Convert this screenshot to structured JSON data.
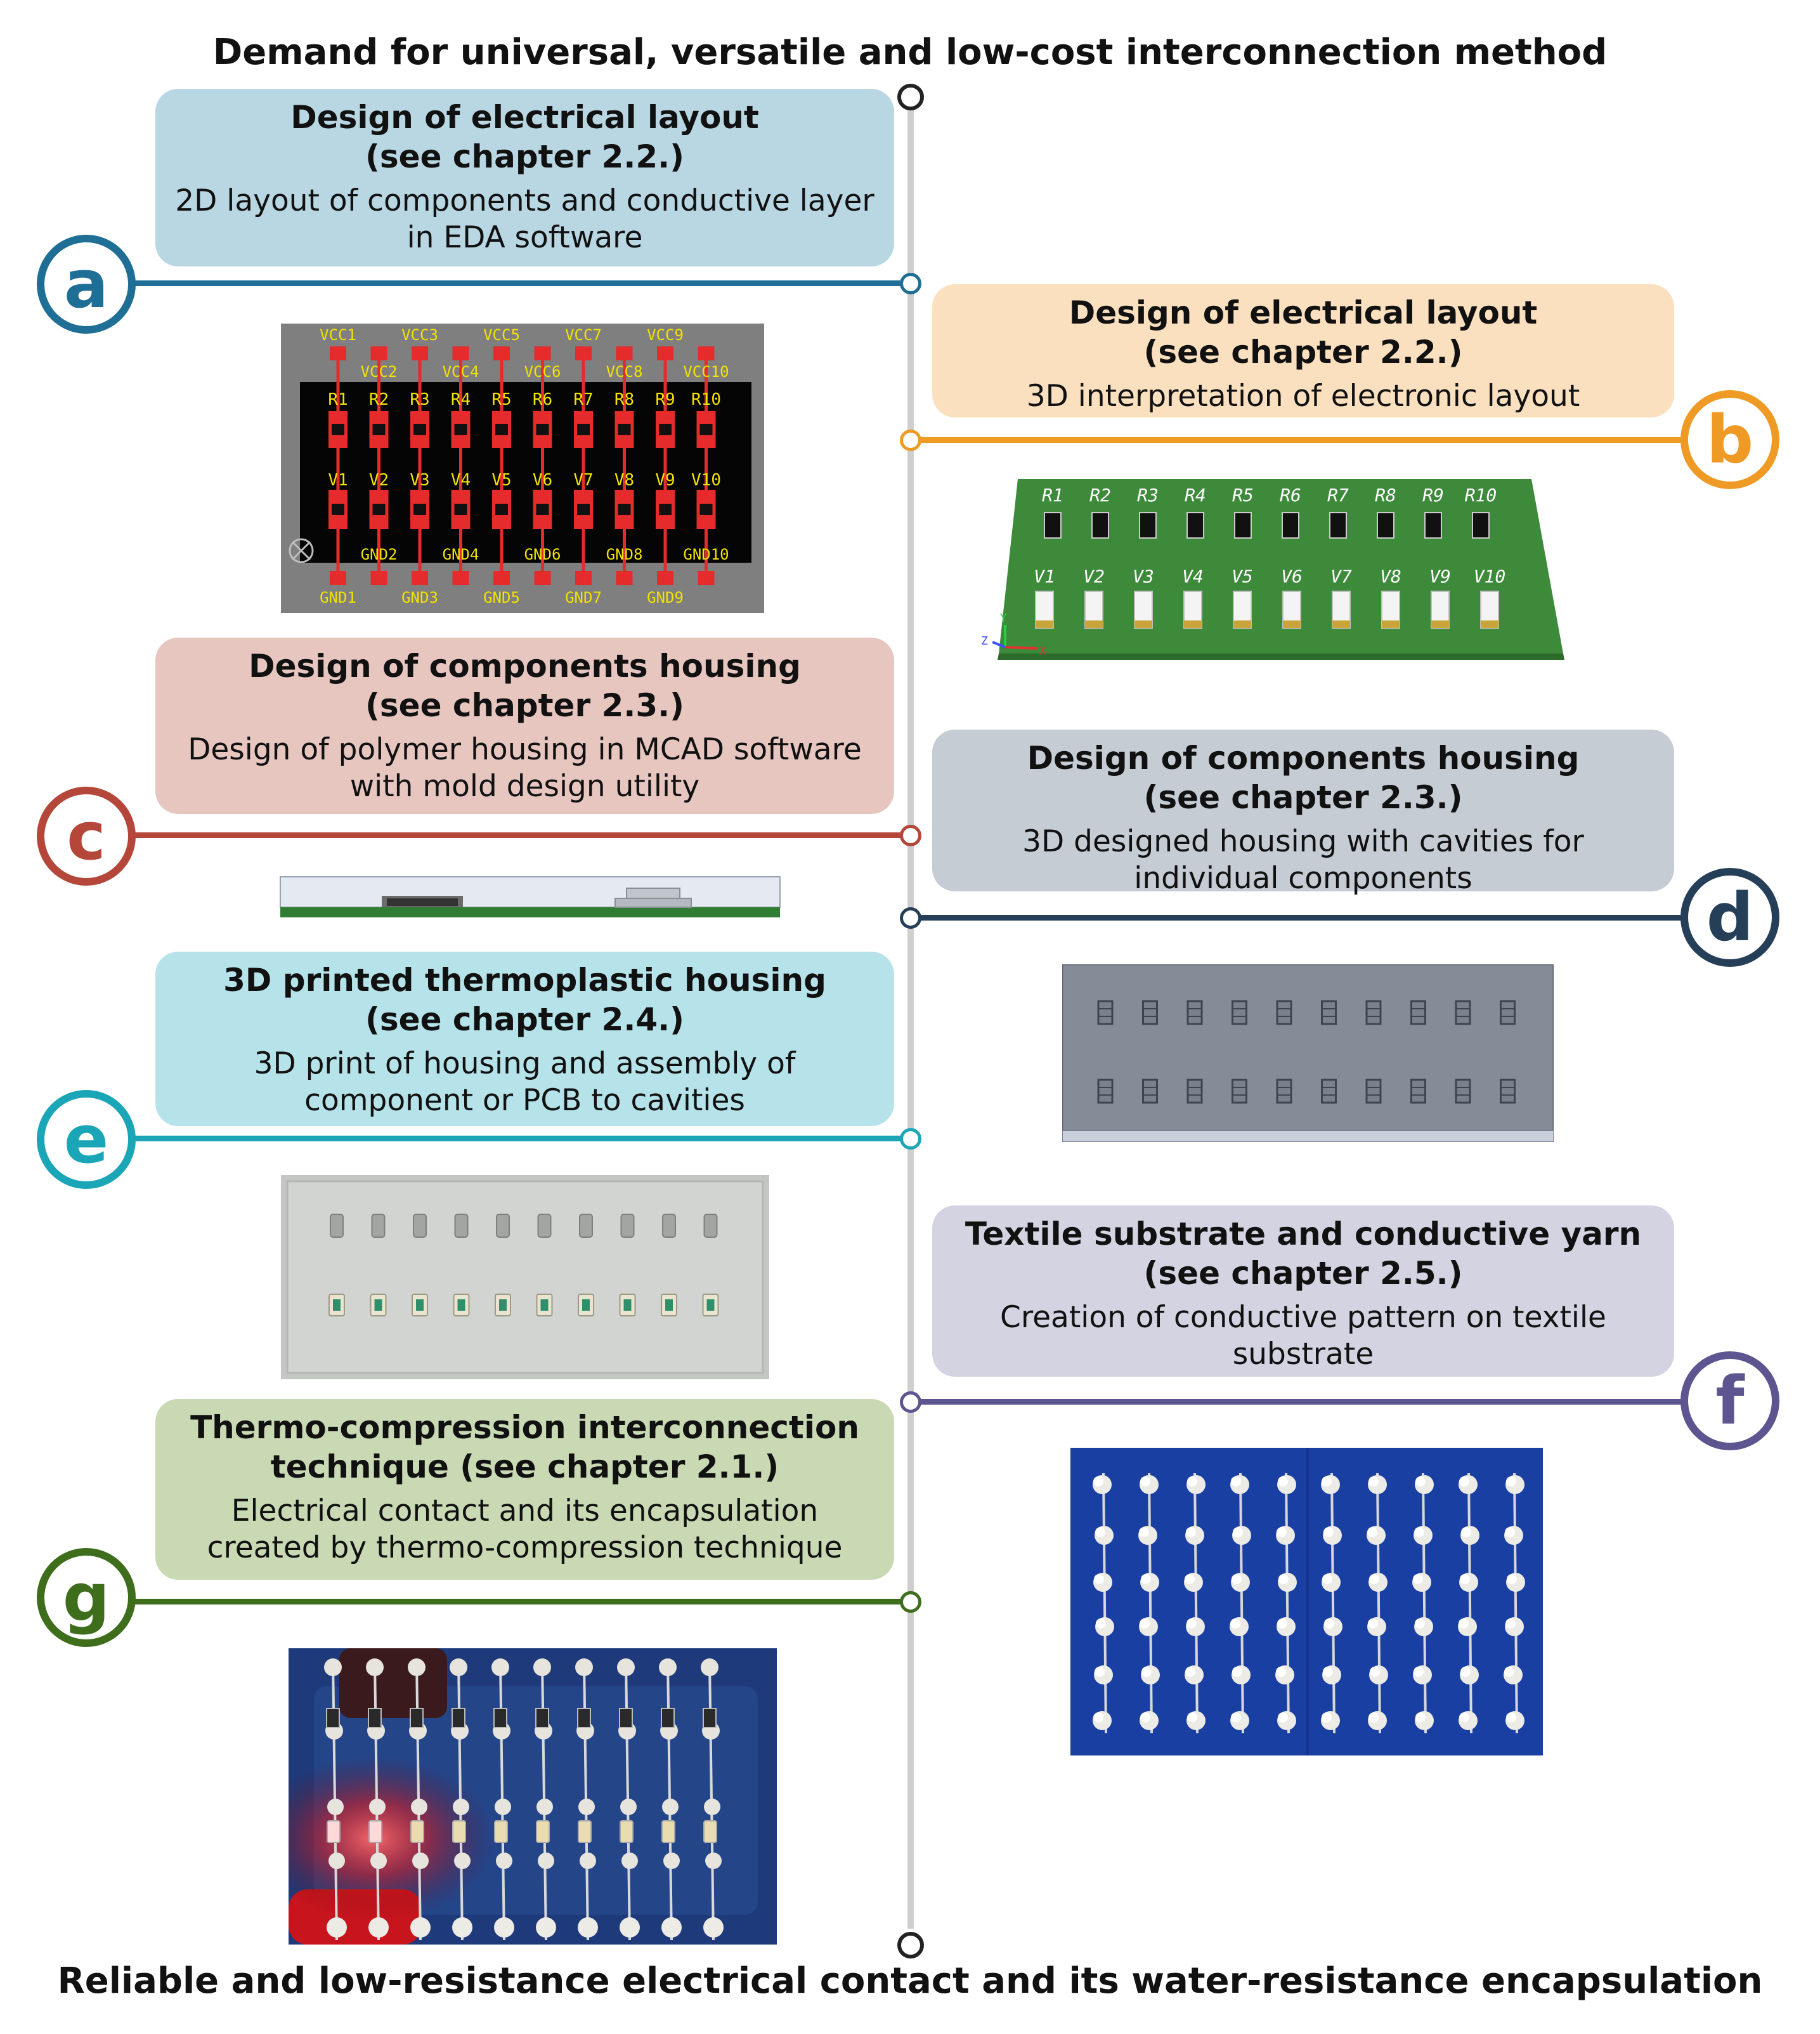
{
  "top_title": "Demand for universal, versatile and low-cost interconnection method",
  "bottom_title": "Reliable and low-resistance electrical contact and its water-resistance encapsulation",
  "steps": {
    "a": {
      "letter": "a",
      "heading1": "Design of electrical layout",
      "heading2": "(see chapter 2.2.)",
      "desc1": "2D layout of components and conductive layer",
      "desc2": "in EDA software",
      "color": "#1f6e96",
      "box_bg": "#b9d6e3"
    },
    "b": {
      "letter": "b",
      "heading1": "Design of electrical layout",
      "heading2": "(see chapter 2.2.)",
      "desc1": "3D interpretation of electronic layout",
      "desc2": "",
      "color": "#f09a26",
      "box_bg": "#fbe0c0"
    },
    "c": {
      "letter": "c",
      "heading1": "Design of components housing",
      "heading2": "(see chapter 2.3.)",
      "desc1": "Design of polymer housing in MCAD software",
      "desc2": "with mold design utility",
      "color": "#b5473a",
      "box_bg": "#e7c6c0"
    },
    "d": {
      "letter": "d",
      "heading1": "Design of components housing",
      "heading2": "(see chapter 2.3.)",
      "desc1": "3D designed housing with cavities for",
      "desc2": "individual components",
      "color": "#253f58",
      "box_bg": "#c5ccd4"
    },
    "e": {
      "letter": "e",
      "heading1": "3D printed thermoplastic housing",
      "heading2": "(see chapter 2.4.)",
      "desc1": "3D print of housing and assembly of",
      "desc2": "component or PCB to cavities",
      "color": "#1ba6b8",
      "box_bg": "#b5e3e9"
    },
    "f": {
      "letter": "f",
      "heading1": "Textile substrate and conductive yarn",
      "heading2": "(see chapter 2.5.)",
      "desc1": "Creation of conductive pattern on textile",
      "desc2": "substrate",
      "color": "#5c5590",
      "box_bg": "#d4d3e2"
    },
    "g": {
      "letter": "g",
      "heading1": "Thermo-compression interconnection",
      "heading2": "technique (see chapter 2.1.)",
      "desc1": "Electrical contact and its encapsulation",
      "desc2": "created by thermo-compression technique",
      "color": "#3e6d1c",
      "box_bg": "#c8d9b3"
    }
  },
  "layout_2d": {
    "vcc_top": [
      "VCC1",
      "VCC3",
      "VCC5",
      "VCC7",
      "VCC9"
    ],
    "vcc_bottom": [
      "VCC2",
      "VCC4",
      "VCC6",
      "VCC8",
      "VCC10"
    ],
    "resistors": [
      "R1",
      "R2",
      "R3",
      "R4",
      "R5",
      "R6",
      "R7",
      "R8",
      "R9",
      "R10"
    ],
    "leds": [
      "V1",
      "V2",
      "V3",
      "V4",
      "V5",
      "V6",
      "V7",
      "V8",
      "V9",
      "V10"
    ],
    "gnd_top": [
      "GND2",
      "GND4",
      "GND6",
      "GND8",
      "GND10"
    ],
    "gnd_bottom": [
      "GND1",
      "GND3",
      "GND5",
      "GND7",
      "GND9"
    ]
  },
  "layout_3d": {
    "resistors": [
      "R1",
      "R2",
      "R3",
      "R4",
      "R5",
      "R6",
      "R7",
      "R8",
      "R9",
      "R10"
    ],
    "leds": [
      "V1",
      "V2",
      "V3",
      "V4",
      "V5",
      "V6",
      "V7",
      "V8",
      "V9",
      "V10"
    ],
    "axis_labels": [
      "Z",
      "Y",
      "X"
    ]
  }
}
